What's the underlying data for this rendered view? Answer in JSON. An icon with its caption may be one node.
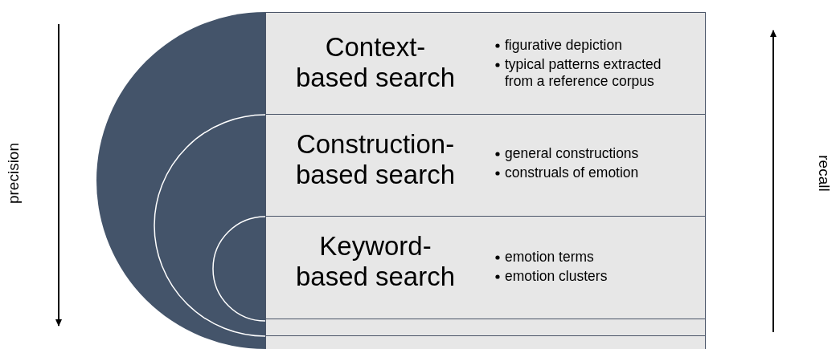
{
  "diagram": {
    "nodes": [
      {
        "text": [
          "Context- based search",
          "figurative depiction",
          "typical patterns extracted from a reference corpus"
        ]
      },
      {
        "text": [
          "Construction- based search",
          "general constructions",
          "construals of emotion"
        ]
      },
      {
        "text": [
          "Keyword- based search",
          "emotion terms",
          "emotion clusters"
        ]
      },
      {
        "text": [],
        "shape": "bar"
      },
      {
        "text": [],
        "shape": "bar"
      }
    ],
    "edges": [],
    "labels": [
      "precision",
      "recall"
    ]
  }
}
